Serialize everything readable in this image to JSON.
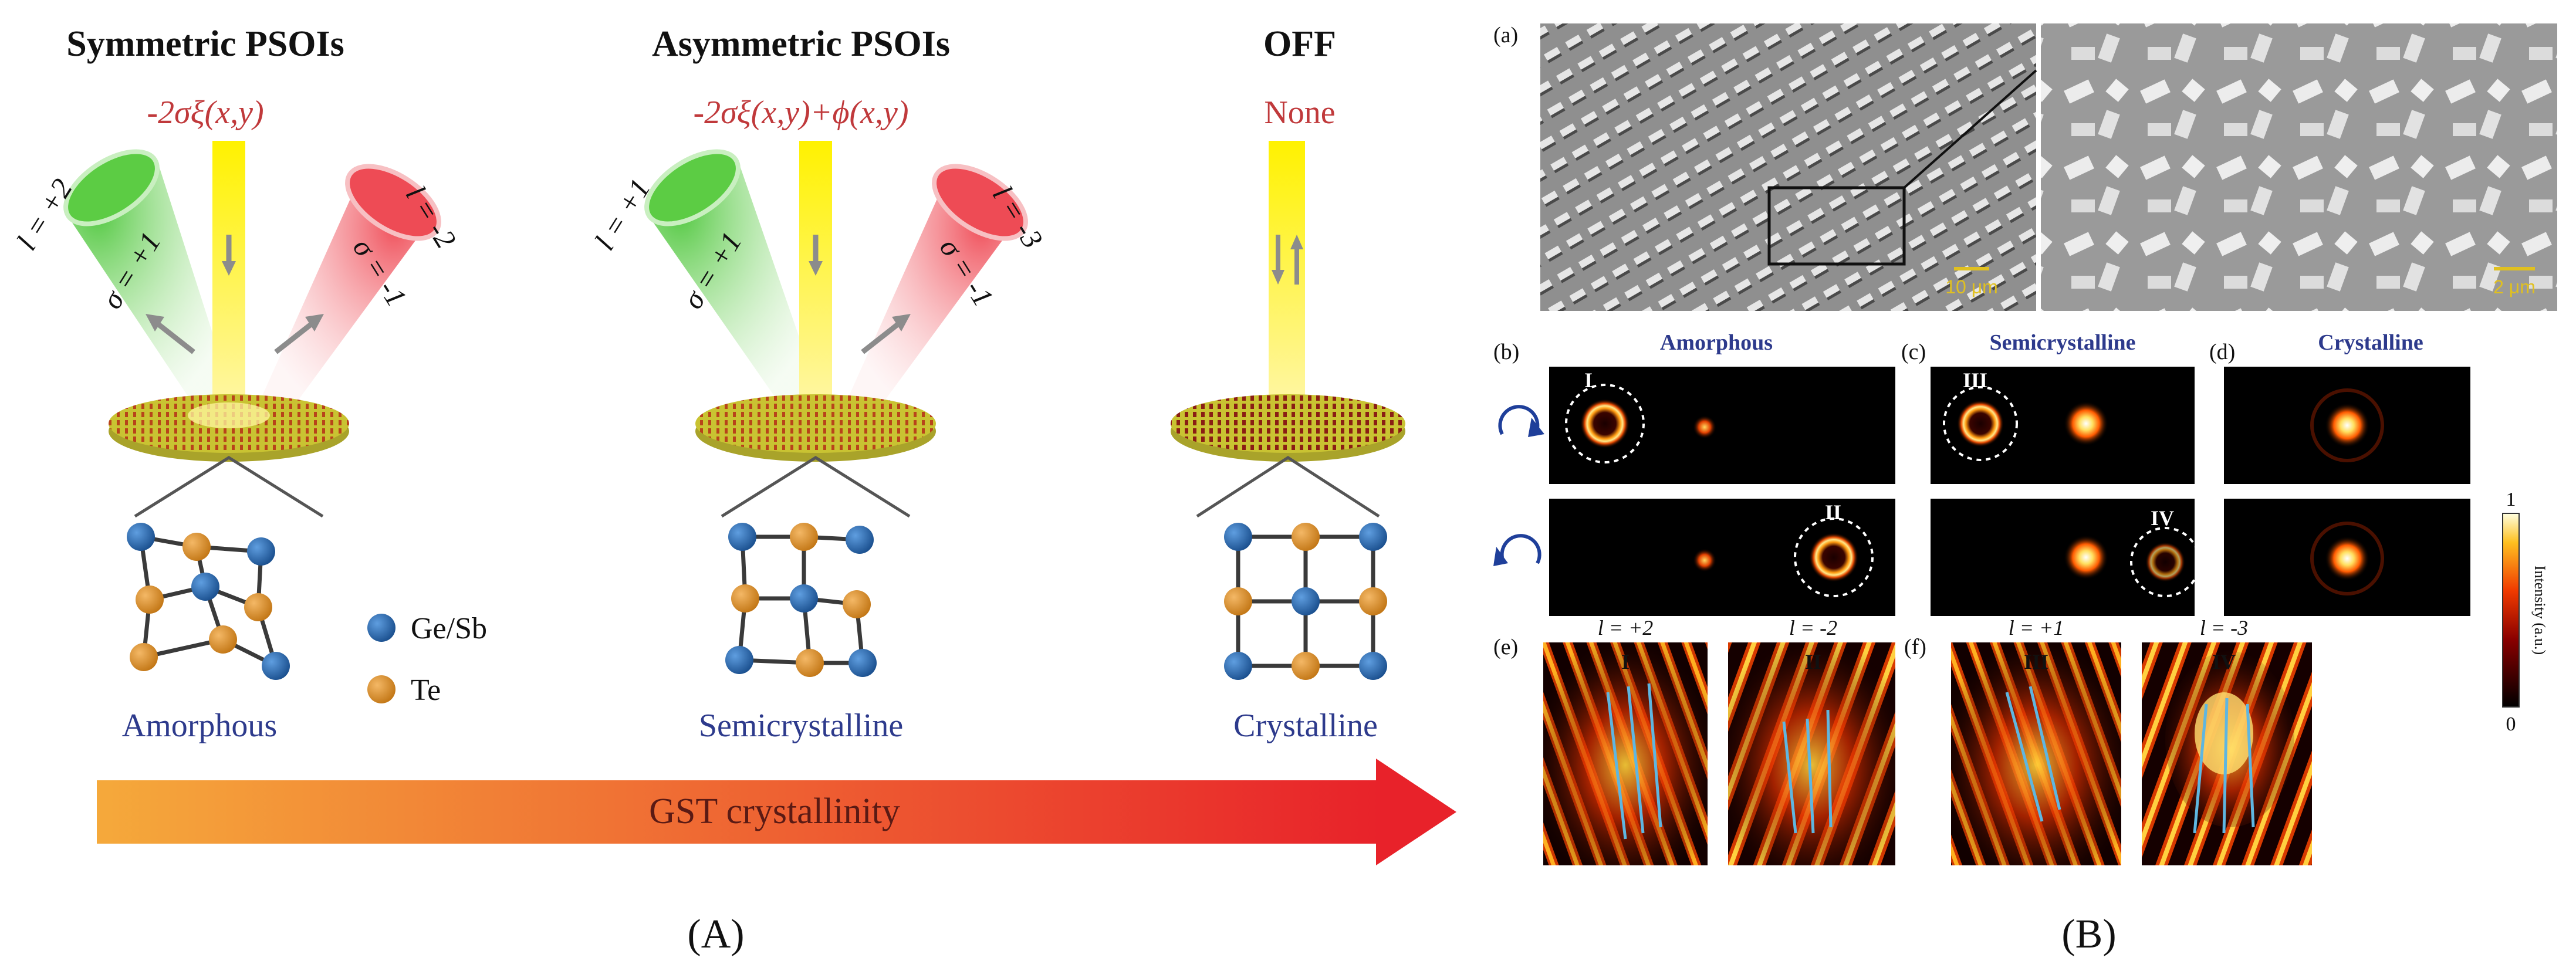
{
  "panelA": {
    "states": [
      {
        "title": "Symmetric PSOIs",
        "formula": "-2σξ(x,y)",
        "beam_left": {
          "l": "l = +2",
          "sigma": "σ = +1"
        },
        "beam_right": {
          "l": "l = -2",
          "sigma": "σ = -1"
        },
        "lattice": "Amorphous"
      },
      {
        "title": "Asymmetric PSOIs",
        "formula": "-2σξ(x,y)+ϕ(x,y)",
        "beam_left": {
          "l": "l = +1",
          "sigma": "σ = +1"
        },
        "beam_right": {
          "l": "l = -3",
          "sigma": "σ = -1"
        },
        "lattice": "Semicrystalline"
      },
      {
        "title": "OFF",
        "formula": "None",
        "lattice": "Crystalline"
      }
    ],
    "legend": {
      "gesb": "Ge/Sb",
      "te": "Te"
    },
    "arrow_label": "GST crystallinity",
    "caption": "(A)",
    "colors": {
      "title": "#111111",
      "formula": "#c0393b",
      "lattice_label": "#2d3a8c",
      "gesb": "#1f5fa6",
      "te": "#d88a22",
      "arrow_start": "#f5a93b",
      "arrow_end": "#e8222a"
    }
  },
  "panelB": {
    "a": {
      "label": "(a)",
      "scale_left": "10 μm",
      "scale_right": "2 μm"
    },
    "b": {
      "label": "(b)",
      "title": "Amorphous",
      "mark_top": "I",
      "mark_bottom": "II"
    },
    "c": {
      "label": "(c)",
      "title": "Semicrystalline",
      "mark_top": "III",
      "mark_bottom": "IV"
    },
    "d": {
      "label": "(d)",
      "title": "Crystalline"
    },
    "colorbar": {
      "max": "1",
      "min": "0",
      "label": "Intensity (a.u.)"
    },
    "e": {
      "label": "(e)",
      "left_l": "l = +2",
      "left_mark": "I",
      "right_l": "l = -2",
      "right_mark": "II"
    },
    "f": {
      "label": "(f)",
      "left_l": "l = +1",
      "left_mark": "III",
      "right_l": "l = -3",
      "right_mark": "IV"
    },
    "caption": "(B)"
  }
}
